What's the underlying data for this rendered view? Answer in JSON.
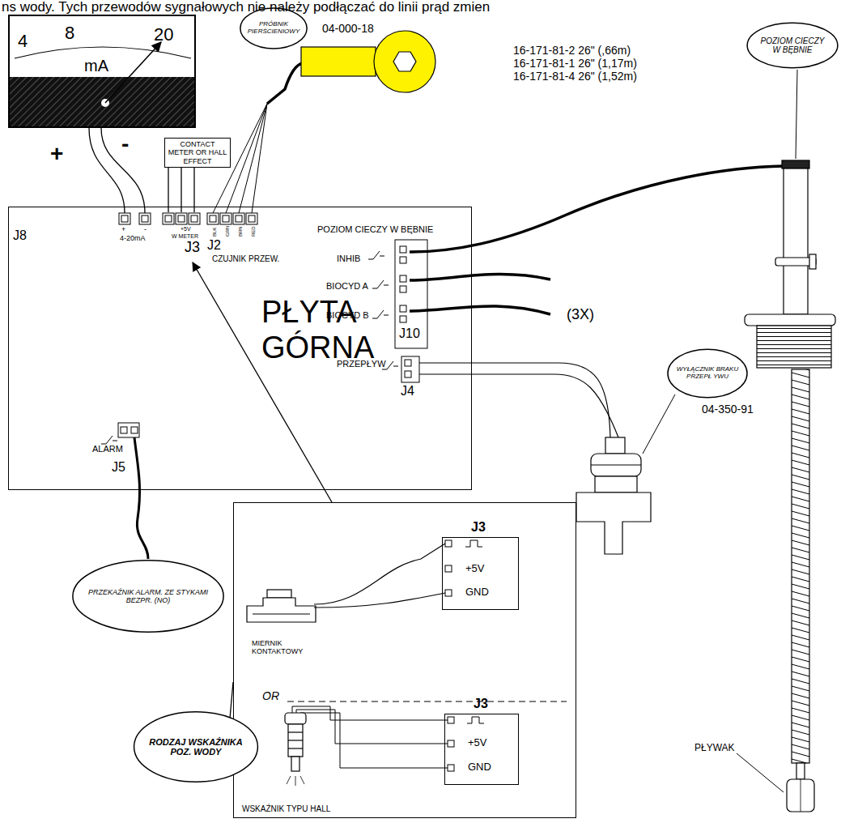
{
  "diagram": {
    "nodes": [
      {
        "text": [
          "4",
          "8",
          "20",
          "mA"
        ]
      },
      {
        "text": [
          "PRÓBNIK PIERŚCIENIOWY"
        ]
      },
      {
        "text": [
          "POZIOM CIECZY W BĘBNIE"
        ]
      },
      {
        "text": [
          "CONTACT METER OR HALL EFFECT"
        ]
      },
      {
        "text": [
          "PŁYTA GÓRNA"
        ]
      },
      {
        "text": [
          "WYŁĄCZNIK BRAKU PRZEPŁ YWU"
        ]
      },
      {
        "text": [
          "PRZEKAŹNIK ALARM. ZE STYKAMI BEZPR. (NO)"
        ]
      },
      {
        "text": [
          "MIERNIK KONTAKTOWY",
          "OR",
          "WSKAŹNIK TYPU HALL"
        ]
      },
      {
        "text": [
          "J3",
          "+5V",
          "GND"
        ],
        "in": 7
      },
      {
        "text": [
          "J3",
          "+5V",
          "GND"
        ],
        "in": 7
      },
      {
        "text": [
          "RODZAJ WSKAŹNIKA POZ. WODY"
        ]
      }
    ],
    "edges": [
      {
        "from": 0,
        "to": 4,
        "arrow": "none"
      },
      {
        "from": 3,
        "to": 4,
        "arrow": "none"
      },
      {
        "from": 7,
        "to": 4,
        "arrow": "to"
      },
      {
        "from": 4,
        "to": 6,
        "arrow": "none"
      },
      {
        "from": 10,
        "to": 7,
        "arrow": "none"
      }
    ],
    "labels": [
      "ns wody. Tych przewodów sygnałowych nie należy podłączać do linii prąd zmien",
      "+",
      "-",
      "+",
      "-",
      "4-20mA",
      "J8",
      "+5V",
      "W METER",
      "J3",
      "BLK",
      "GRN",
      "BRN",
      "RED",
      "J2",
      "CZUJNIK PRZEW.",
      "POZIOM CIECZY W BĘBNIE",
      "INHIB",
      "BIOCYD A",
      "BIOCYD B",
      "J10",
      "PRZEPŁYW",
      "J4",
      "ALARM",
      "J5",
      "(3X)",
      "04-000-18",
      "16-171-81-2 26\" (,66m)",
      "16-171-81-1 26\" (1,17m)",
      "16-171-81-4 26\" (1,52m)",
      "04-350-91",
      "PŁYWAK"
    ]
  }
}
